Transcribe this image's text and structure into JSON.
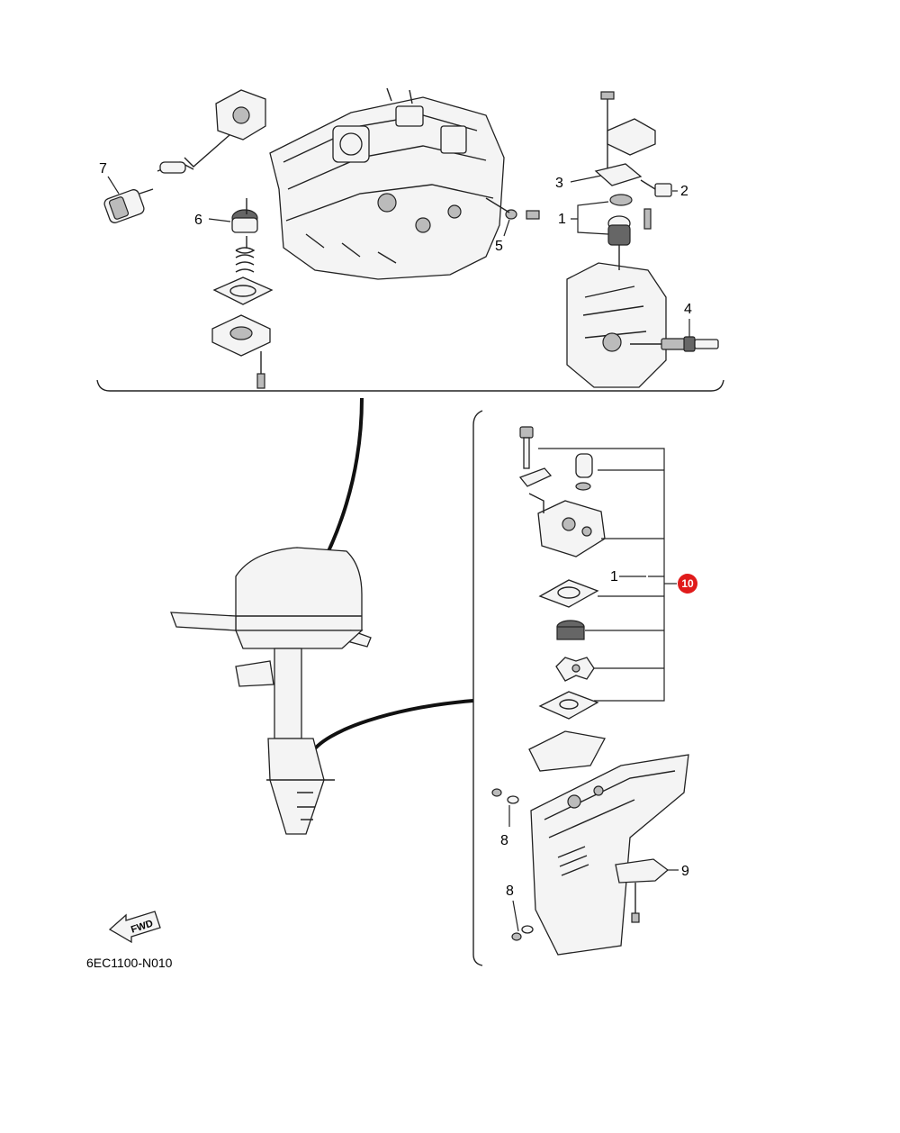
{
  "diagram": {
    "code": "6EC1100-N010",
    "fwd_label": "FWD",
    "callouts": {
      "c1_top": "1",
      "c2": "2",
      "c3": "3",
      "c4": "4",
      "c5": "5",
      "c6": "6",
      "c7": "7",
      "c1_pump": "1",
      "c8_upper": "8",
      "c8_lower": "8",
      "c9": "9",
      "c10": "10"
    },
    "colors": {
      "badge": "#e01b1b",
      "line": "#222222"
    }
  }
}
